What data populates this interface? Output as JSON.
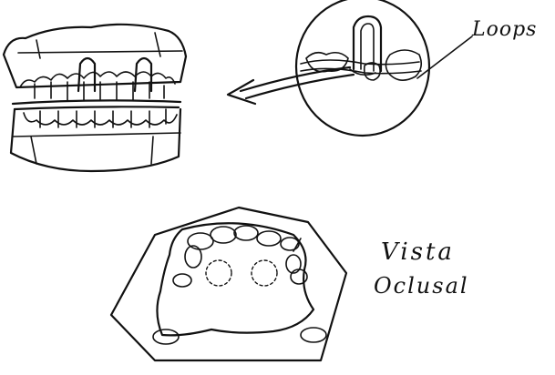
{
  "labels": {
    "loops": "Loops",
    "vista": "Vista",
    "oclusal": "Oclusal"
  }
}
